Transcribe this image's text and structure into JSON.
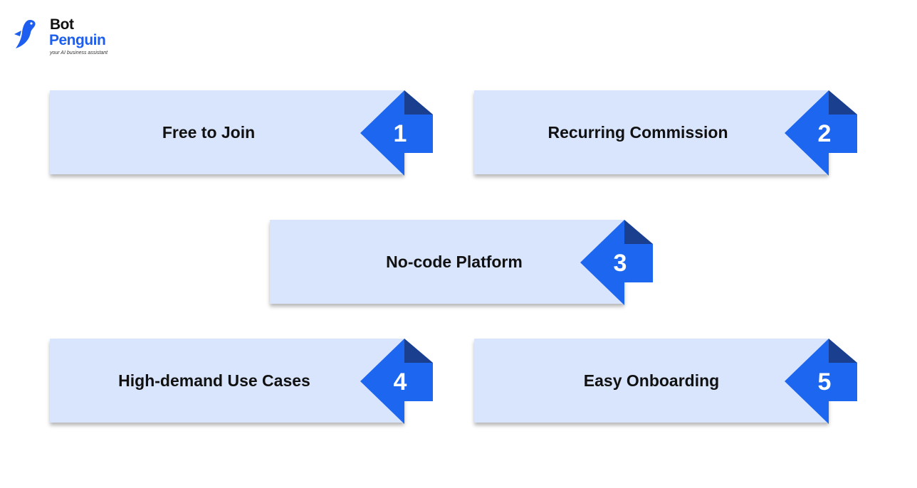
{
  "logo": {
    "line1": "Bot",
    "line2": "Penguin",
    "tagline": "your AI business assistant"
  },
  "colors": {
    "card_fill": "#d9e5fd",
    "flag_blue": "#1d66ef",
    "flag_fold": "#1a3f8f",
    "brand_blue": "#1d5ef0"
  },
  "items": [
    {
      "number": "1",
      "label": "Free to Join"
    },
    {
      "number": "2",
      "label": "Recurring Commission"
    },
    {
      "number": "3",
      "label": "No-code Platform"
    },
    {
      "number": "4",
      "label": "High-demand Use Cases"
    },
    {
      "number": "5",
      "label": "Easy Onboarding"
    }
  ]
}
